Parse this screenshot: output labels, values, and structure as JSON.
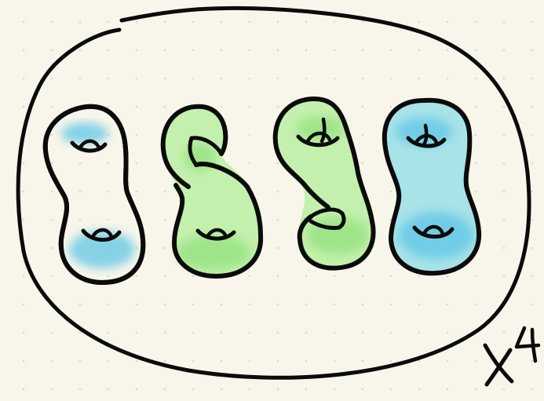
{
  "diagram": {
    "multiplier_label": "x4",
    "shapes": [
      {
        "name": "genus-two-surface-1",
        "color": "#a8e3e8",
        "shade": "#5fc6e6",
        "linked": false
      },
      {
        "name": "genus-two-surface-2",
        "color": "#c4f0ad",
        "shade": "#8fe07a",
        "linked": true
      },
      {
        "name": "genus-two-surface-3",
        "color": "#c4f0ad",
        "shade": "#8fe07a",
        "linked": true
      },
      {
        "name": "genus-two-surface-4",
        "color": "#a8e3e8",
        "shade": "#5fc6e6",
        "linked": false
      }
    ],
    "colors": {
      "background": "#f8f6ea",
      "ink": "#0b0b0b",
      "blue_fill": "#a8e3e8",
      "green_fill": "#c4f0ad"
    }
  }
}
